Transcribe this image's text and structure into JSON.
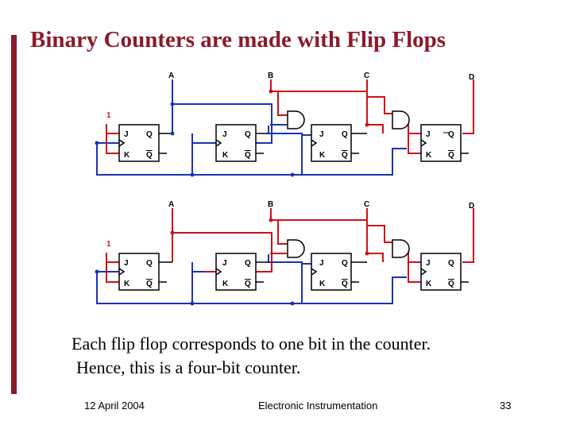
{
  "title": "Binary Counters are made with Flip Flops",
  "colors": {
    "title": "#8b1a2b",
    "blue_wire": "#1a33b5",
    "red_wire": "#d0101a",
    "frame": "#8b1a2b"
  },
  "diagrams": [
    {
      "stage_labels": [
        "A",
        "B",
        "C",
        "D"
      ],
      "input_label": "1",
      "flip_flops": [
        {
          "j": "J",
          "k": "K",
          "q": "Q",
          "qbar": "Q"
        },
        {
          "j": "J",
          "k": "K",
          "q": "Q",
          "qbar": "Q"
        },
        {
          "j": "J",
          "k": "K",
          "q": "Q",
          "qbar": "Q"
        },
        {
          "j": "J",
          "k": "K",
          "q": "Q",
          "qbar": "Q"
        }
      ]
    },
    {
      "stage_labels": [
        "A",
        "B",
        "C",
        "D"
      ],
      "input_label": "1",
      "flip_flops": [
        {
          "j": "J",
          "k": "K",
          "q": "Q",
          "qbar": "Q"
        },
        {
          "j": "J",
          "k": "K",
          "q": "Q",
          "qbar": "Q"
        },
        {
          "j": "J",
          "k": "K",
          "q": "Q",
          "qbar": "Q"
        },
        {
          "j": "J",
          "k": "K",
          "q": "Q",
          "qbar": "Q"
        }
      ]
    }
  ],
  "caption": {
    "line1": "Each flip flop corresponds to one bit in the counter.",
    "line2": "Hence, this is a four-bit counter."
  },
  "footer": {
    "date": "12 April 2004",
    "course": "Electronic Instrumentation",
    "page": "33"
  }
}
